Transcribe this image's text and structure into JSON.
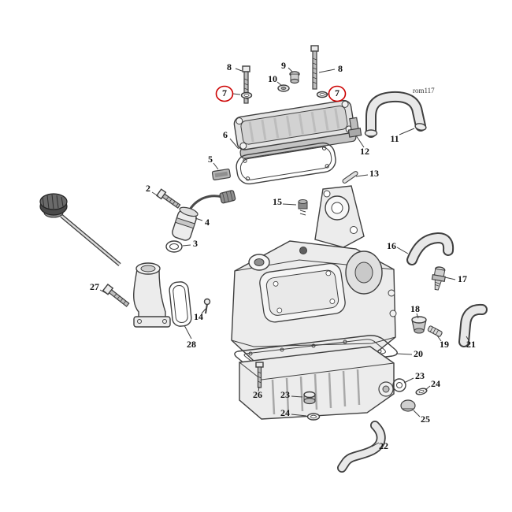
{
  "diagram": {
    "watermark": "rom117",
    "highlight_color": "#cc0000",
    "line_color": "#3f3f3f",
    "callouts": [
      {
        "id": "bolt-8-left",
        "label": "8"
      },
      {
        "id": "breather-9",
        "label": "9"
      },
      {
        "id": "bolt-8-right",
        "label": "8"
      },
      {
        "id": "nut-10",
        "label": "10"
      },
      {
        "id": "washer-7-left",
        "label": "7",
        "highlighted": true
      },
      {
        "id": "washer-7-right",
        "label": "7",
        "highlighted": true
      },
      {
        "id": "hose-11",
        "label": "11"
      },
      {
        "id": "fitting-12",
        "label": "12"
      },
      {
        "id": "gasket-6",
        "label": "6"
      },
      {
        "id": "pad-5",
        "label": "5"
      },
      {
        "id": "bolt-2",
        "label": "2"
      },
      {
        "id": "sensor-4",
        "label": "4"
      },
      {
        "id": "oring-3",
        "label": "3"
      },
      {
        "id": "pin-13",
        "label": "13"
      },
      {
        "id": "plug-15",
        "label": "15"
      },
      {
        "id": "hose-16",
        "label": "16"
      },
      {
        "id": "fitting-17",
        "label": "17"
      },
      {
        "id": "bolt-27",
        "label": "27"
      },
      {
        "id": "screw-14",
        "label": "14"
      },
      {
        "id": "gasket-28",
        "label": "28"
      },
      {
        "id": "plug-18",
        "label": "18"
      },
      {
        "id": "fitting-19",
        "label": "19"
      },
      {
        "id": "hose-21",
        "label": "21"
      },
      {
        "id": "pan-gasket-20",
        "label": "20"
      },
      {
        "id": "bolt-26",
        "label": "26"
      },
      {
        "id": "plug-23-bottom",
        "label": "23"
      },
      {
        "id": "washer-24-bottom",
        "label": "24"
      },
      {
        "id": "ring-23-right",
        "label": "23"
      },
      {
        "id": "washer-24-right",
        "label": "24"
      },
      {
        "id": "plug-25",
        "label": "25"
      },
      {
        "id": "hose-22",
        "label": "22"
      }
    ]
  }
}
